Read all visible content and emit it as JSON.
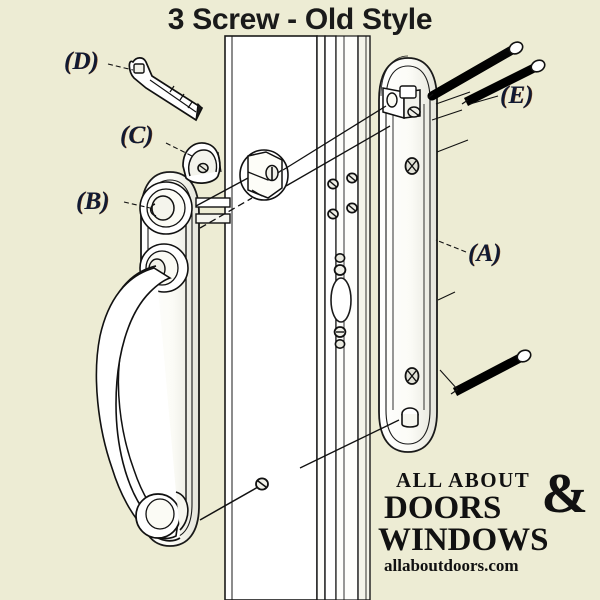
{
  "title": "3 Screw - Old Style",
  "background_color": "#edecd4",
  "callouts": [
    {
      "key": "A",
      "label": "(A)",
      "part": "backplate-exterior"
    },
    {
      "key": "B",
      "label": "(B)",
      "part": "interior-handle-plate"
    },
    {
      "key": "C",
      "label": "(C)",
      "part": "cylinder-collar-cap"
    },
    {
      "key": "D",
      "label": "(D)",
      "part": "key"
    },
    {
      "key": "E",
      "label": "(E)",
      "part": "mounting-screws"
    }
  ],
  "labels": {
    "a": "(A)",
    "b": "(B)",
    "c": "(C)",
    "d": "(D)",
    "e": "(E)"
  },
  "logo": {
    "line1": "ALL ABOUT",
    "line2": "DOORS",
    "line3": "WINDOWS",
    "ampersand": "&",
    "url": "allaboutdoors.com"
  },
  "colors": {
    "background": "#edecd4",
    "line": "#1a1a1a",
    "metal_fill": "#ffffff",
    "metal_shade": "#e9e9e2",
    "door_fill": "#ffffff",
    "screw_body": "#111111",
    "label_text": "#111a33",
    "title_text": "#1a1a1a"
  },
  "illustration": {
    "type": "exploded-assembly-diagram",
    "subject": "sliding door handle set",
    "screw_count": 3,
    "parts": [
      "exterior backplate",
      "interior handle with plate",
      "cylinder collar",
      "key",
      "mounting screws"
    ]
  }
}
